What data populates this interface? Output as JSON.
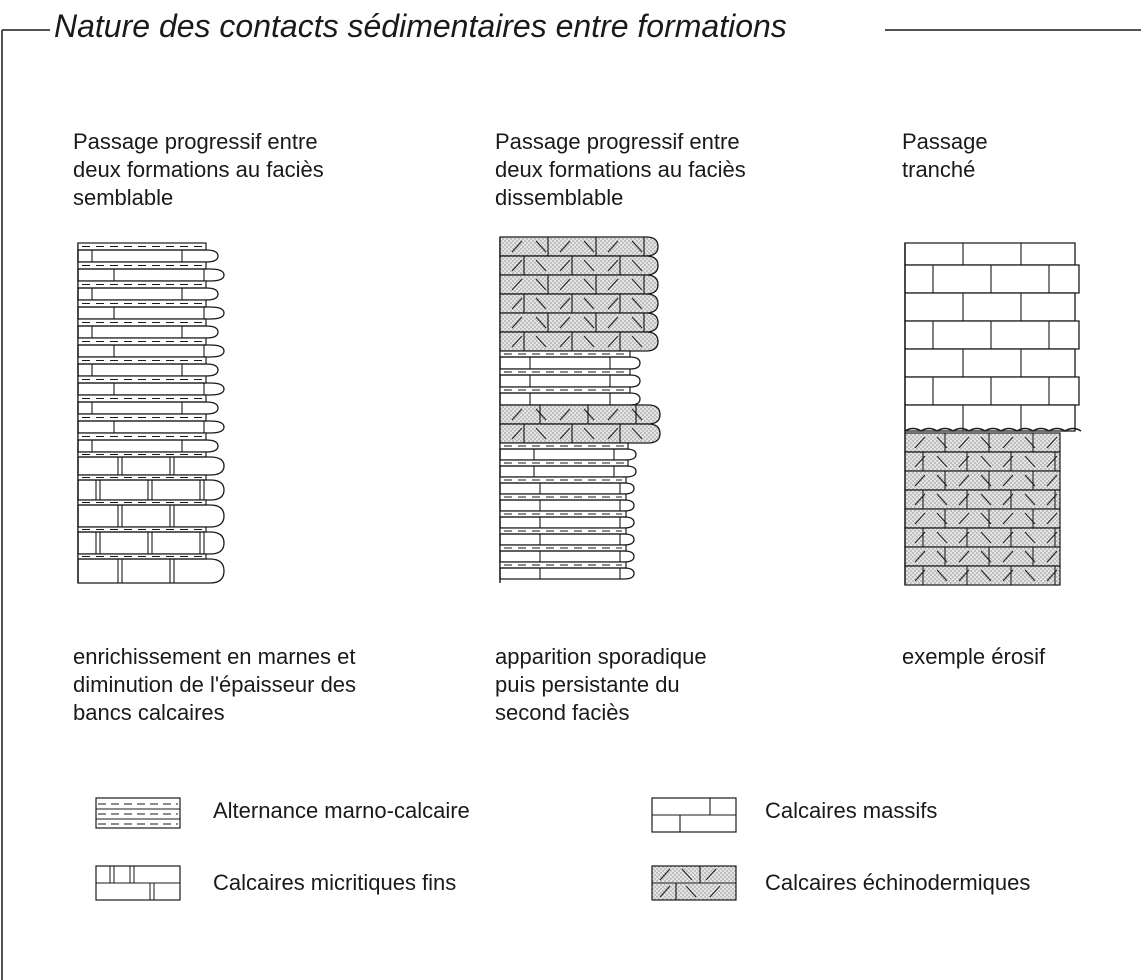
{
  "title": "Nature des contacts sédimentaires entre formations",
  "columns": [
    {
      "heading": [
        "Passage progressif entre",
        "deux formations au faciès",
        "semblable"
      ],
      "caption": [
        "enrichissement en marnes et",
        "diminution de l'épaisseur des",
        "bancs calcaires"
      ]
    },
    {
      "heading": [
        "Passage progressif entre",
        "deux formations au faciès",
        "dissemblable"
      ],
      "caption": [
        "apparition sporadique",
        "puis persistante du",
        "second faciès"
      ]
    },
    {
      "heading": [
        "Passage",
        "tranché"
      ],
      "caption": [
        "exemple érosif"
      ]
    }
  ],
  "legend": [
    {
      "pattern": "marl-limestone",
      "label": "Alternance marno-calcaire"
    },
    {
      "pattern": "micritic",
      "label": "Calcaires micritiques fins"
    },
    {
      "pattern": "massive",
      "label": "Calcaires massifs"
    },
    {
      "pattern": "echinoderm",
      "label": "Calcaires échinodermiques"
    }
  ],
  "colors": {
    "ink": "#1a1a1a",
    "stipple": "#c9c9c9"
  }
}
